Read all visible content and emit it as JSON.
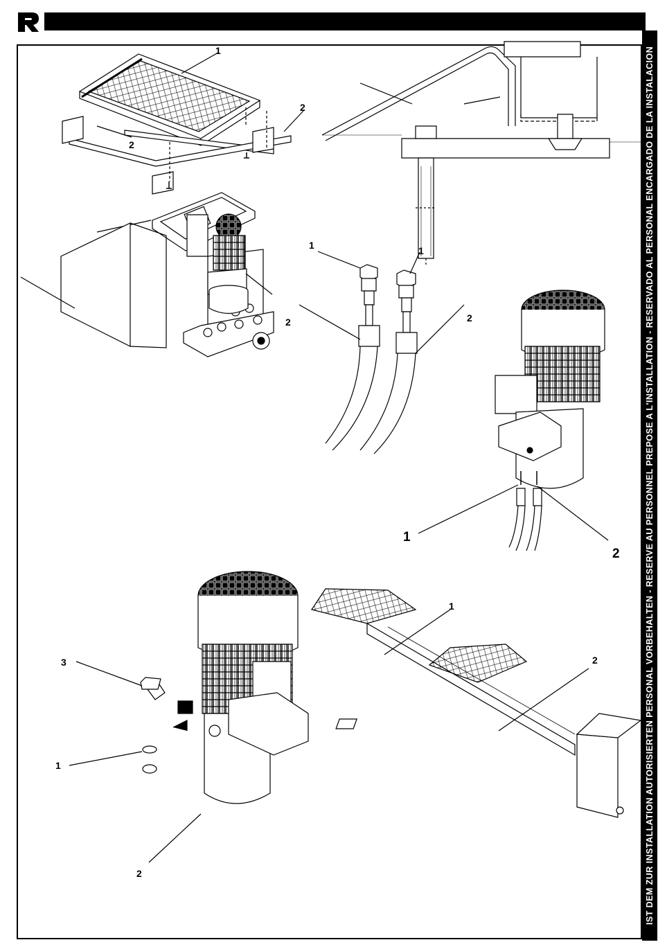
{
  "header": {
    "logo_icon": "stylized-r-logo-icon"
  },
  "sidebar": {
    "text": "IST DEM ZUR INSTALLATION AUTORISIERTEN PERSONAL VORBEHALTEN - RESERVE AU PERSONNEL PREPOSE A L'INSTALLATION - RESERVADO AL PERSONAL ENCARGADO DE LA INSTALACION"
  },
  "figures": {
    "platform_plate": {
      "label_1": "1",
      "label_2a": "2",
      "label_2b": "2"
    },
    "hoses": {
      "label_1a": "1",
      "label_1b": "1",
      "label_2a": "2",
      "label_2b": "2"
    },
    "pump_right": {
      "label_1": "1",
      "label_2": "2"
    },
    "pump_bottom": {
      "label_3": "3",
      "label_1": "1",
      "label_2": "2"
    },
    "lift_overview": {
      "label_1": "1",
      "label_2": "2"
    }
  },
  "colors": {
    "ink": "#000000",
    "paper": "#ffffff"
  }
}
